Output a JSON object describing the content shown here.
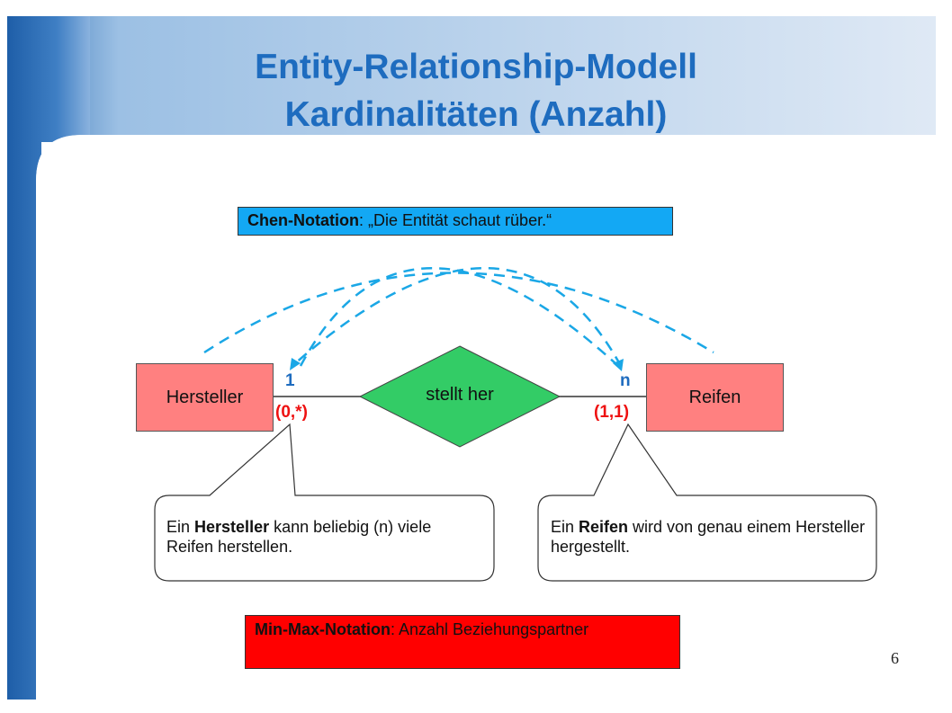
{
  "slide": {
    "title_line1": "Entity-Relationship-Modell",
    "title_line2": "Kardinalitäten (Anzahl)",
    "page_number": "6"
  },
  "chen_box": {
    "label_bold": "Chen-Notation",
    "label_rest": ": „Die Entität schaut rüber.“"
  },
  "diagram": {
    "entity_left": "Hersteller",
    "entity_right": "Reifen",
    "relationship": "stellt her",
    "cardinality_left": "1",
    "cardinality_right": "n",
    "minmax_left": "(0,*)",
    "minmax_right": "(1,1)"
  },
  "callouts": {
    "left": {
      "pre": "Ein ",
      "bold": "Hersteller",
      "rest": " kann beliebig (n) viele Reifen herstellen."
    },
    "right": {
      "pre": "Ein ",
      "bold": "Reifen",
      "rest": " wird von genau einem Hersteller hergestellt."
    }
  },
  "minmax_box": {
    "label_bold": "Min-Max-Notation",
    "label_rest": ": Anzahl Beziehungspartner"
  },
  "colors": {
    "title": "#1e6cbf",
    "entity_fill": "#ff8080",
    "relationship_fill": "#33cc66",
    "chen_box_fill": "#13a8f4",
    "minmax_box_fill": "#ff0000",
    "dashed_arrow": "#1aa7e6"
  }
}
